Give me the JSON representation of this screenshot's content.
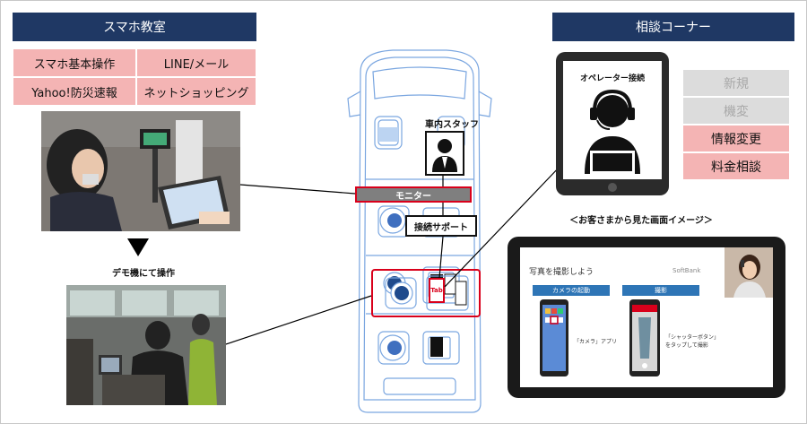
{
  "left": {
    "header": "スマホ教室",
    "menu": [
      "スマホ基本操作",
      "LINE/メール",
      "Yahoo!防災速報",
      "ネットショッピング"
    ],
    "arrow_label": "デモ機にて操作"
  },
  "center": {
    "staff_label": "車内スタッフ",
    "monitor_label": "モニター",
    "support_label": "接続サポート",
    "tab_label": "Tab"
  },
  "right": {
    "header": "相談コーナー",
    "tablet_title": "オペレーター接続",
    "options": [
      "新規",
      "機変",
      "情報変更",
      "料金相談"
    ],
    "caption": "＜お客さまから見た画面イメージ＞",
    "screen": {
      "title": "写真を撮影しよう",
      "brand": "SoftBank",
      "col1_head": "カメラの起動",
      "col2_head": "撮影",
      "col1_caption": "「カメラ」アプリ",
      "col2_caption": "「シャッターボタン」をタップして撮影"
    }
  },
  "colors": {
    "navy": "#1f3864",
    "pink": "#f4b4b4",
    "red": "#d9001b",
    "blueprint": "#7aa6e0"
  }
}
